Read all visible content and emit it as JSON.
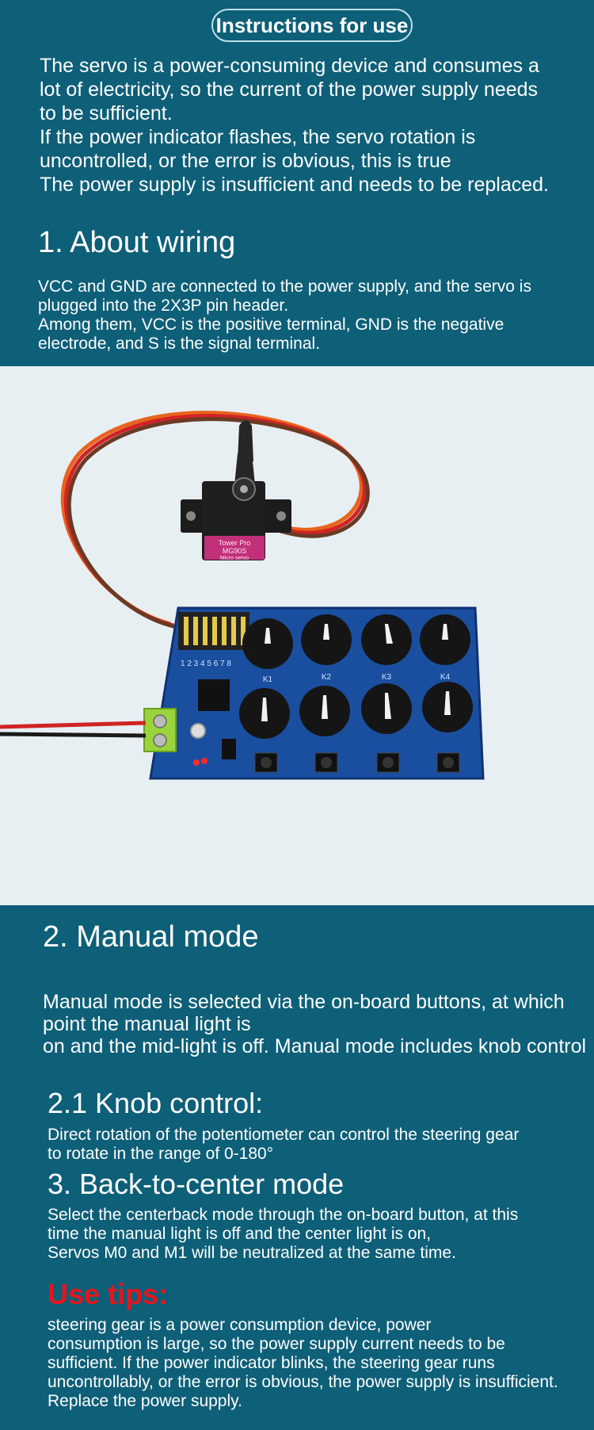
{
  "header": {
    "pill_label": "Instructions for use",
    "intro_lines": [
      "The servo is a power-consuming device and consumes a",
      "lot of electricity, so the current of the power supply needs",
      "to be sufficient.",
      "If the power indicator flashes, the servo rotation is",
      "uncontrolled, or the error is obvious, this is true",
      "The power supply is insufficient and needs to be replaced."
    ]
  },
  "wiring": {
    "title": "1. About wiring",
    "lines": [
      "VCC and GND are connected to the power supply, and the servo is",
      "plugged into the 2X3P pin header.",
      "Among them, VCC is the positive terminal, GND is the negative",
      "electrode, and S is the signal terminal."
    ]
  },
  "photo": {
    "servo_brand": "Tower Pro",
    "servo_model": "MG90S",
    "servo_type": "Micro servo",
    "knob_labels": [
      "K1",
      "K2",
      "K3",
      "K4"
    ],
    "header_numbers": "1 2 3 4 5 6 7 8"
  },
  "manual": {
    "title": "2. Manual mode",
    "lines": [
      "Manual mode is selected via the on-board buttons, at which",
      "point the manual light is",
      "on and the mid-light is off. Manual mode includes knob control"
    ]
  },
  "knob": {
    "title": "2.1 Knob control:",
    "lines": [
      "Direct rotation of the potentiometer can control the steering gear",
      "to rotate in the range of 0-180°"
    ]
  },
  "center": {
    "title": "3. Back-to-center mode",
    "lines": [
      "Select the centerback mode through the on-board button, at this",
      "time the manual light is off and the center light is on,",
      "Servos M0 and M1 will be neutralized at the same time."
    ]
  },
  "tips": {
    "title": "Use tips:",
    "lines": [
      "steering gear is a power consumption device, power",
      "consumption is large, so the power supply current needs to be",
      "sufficient. If the power indicator blinks, the steering gear runs",
      "uncontrollably, or the error is obvious, the power supply is insufficient.",
      "Replace the power supply."
    ]
  }
}
